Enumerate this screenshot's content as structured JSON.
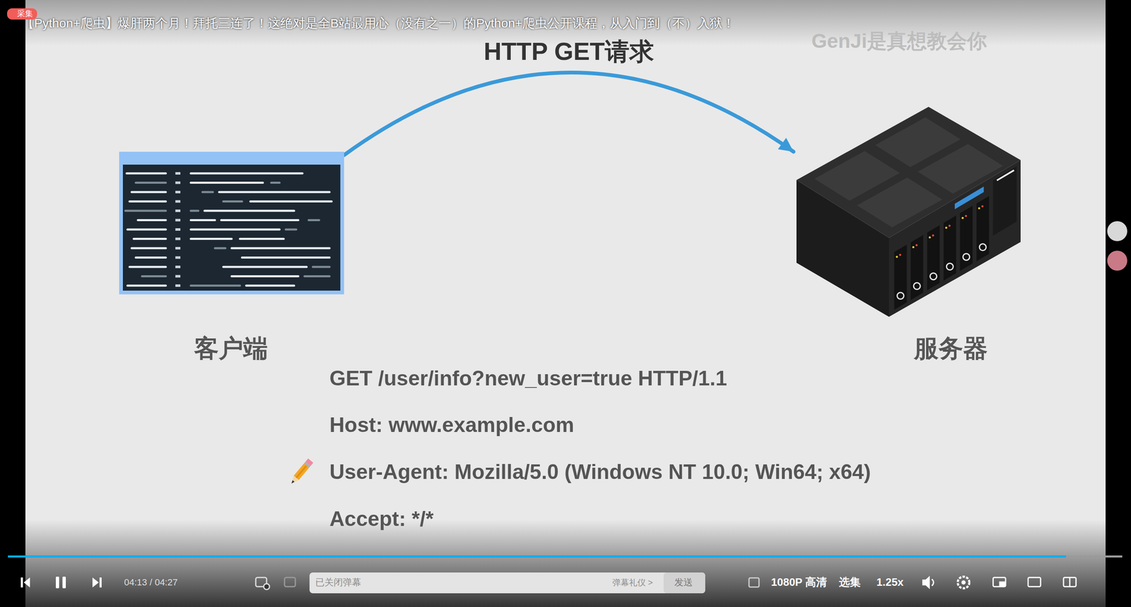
{
  "diagram": {
    "nodes": [
      {
        "text": [
          "客户端"
        ]
      },
      {
        "text": [
          "服务器"
        ]
      }
    ],
    "edges": [
      {
        "from": 0,
        "to": 1,
        "arrow": "to",
        "label": "HTTP GET请求"
      }
    ],
    "labels": [
      "【Python+爬虫】爆肝两个月！拜托三连了！这绝对是全B站最用心（没有之一）的Python+爬虫公开课程，从入门到（不）入狱！",
      "采集",
      "GenJi是真想教会你",
      "GET /user/info?new_user=true HTTP/1.1",
      "Host: www.example.com",
      "User-Agent: Mozilla/5.0 (Windows NT 10.0; Win64; x64)",
      "Accept: */*",
      "04:13 / 04:27",
      "已关闭弹幕",
      "弹幕礼仪 >",
      "发送",
      "1080P 高清",
      "选集",
      "1.25x"
    ]
  }
}
